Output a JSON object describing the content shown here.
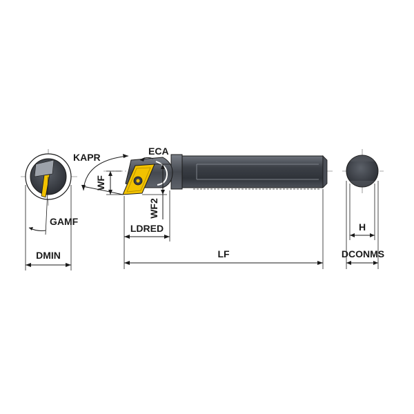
{
  "labels": {
    "kapr": "KAPR",
    "eca": "ECA",
    "wf": "WF",
    "wf2": "WF2",
    "ldred": "LDRED",
    "lf": "LF",
    "gamf": "GAMF",
    "dmin": "DMIN",
    "h": "H",
    "dconms": "DCONMS"
  },
  "colors": {
    "body_dark": "#3a3e45",
    "body_mid": "#5a5f68",
    "body_light": "#8a9099",
    "insert": "#f2c200",
    "insert_dark": "#b08a00",
    "line": "#1a1a1a"
  }
}
